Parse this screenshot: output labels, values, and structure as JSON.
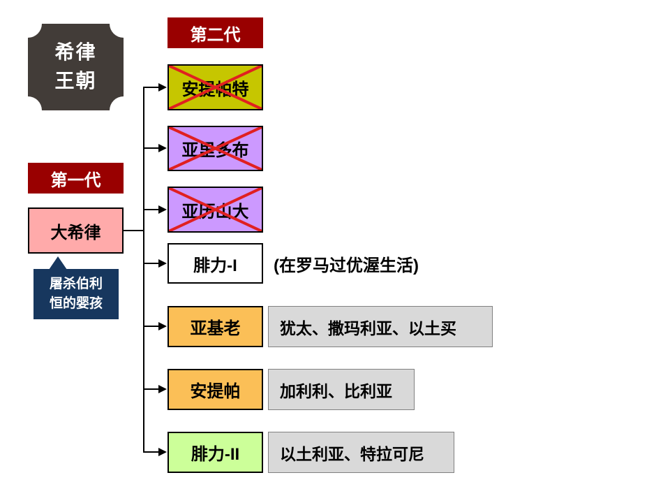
{
  "badge": {
    "line1": "希律",
    "line2": "王朝"
  },
  "labels": {
    "gen2": "第二代",
    "gen1": "第一代"
  },
  "root": {
    "label": "大希律"
  },
  "callout": {
    "line1": "屠杀伯利",
    "line2": "恒的婴孩"
  },
  "children": [
    {
      "label": "安提帕特",
      "color": "#c6c600",
      "crossed": true,
      "note": ""
    },
    {
      "label": "亚里多布",
      "color": "#cc99ff",
      "crossed": true,
      "note": ""
    },
    {
      "label": "亚历山大",
      "color": "#cc99ff",
      "crossed": true,
      "note": ""
    },
    {
      "label": "腓力-I",
      "color": "#ffffff",
      "crossed": false,
      "note": "(在罗马过优渥生活)",
      "note_style": "plain"
    },
    {
      "label": "亚基老",
      "color": "#fbbf57",
      "crossed": false,
      "note": "犹太、撒玛利亚、以土买",
      "note_style": "boxed"
    },
    {
      "label": "安提帕",
      "color": "#fbbf57",
      "crossed": false,
      "note": "加利利、比利亚",
      "note_style": "boxed"
    },
    {
      "label": "腓力-II",
      "color": "#ccff99",
      "crossed": false,
      "note": "以土利亚、特拉可尼",
      "note_style": "boxed"
    }
  ],
  "colors": {
    "header": "#990000",
    "root": "#ffaaaa",
    "callout": "#17375e",
    "badge": "#423c38",
    "note_bg": "#d9d9d9",
    "cross": "#e02020",
    "line": "#000000"
  }
}
